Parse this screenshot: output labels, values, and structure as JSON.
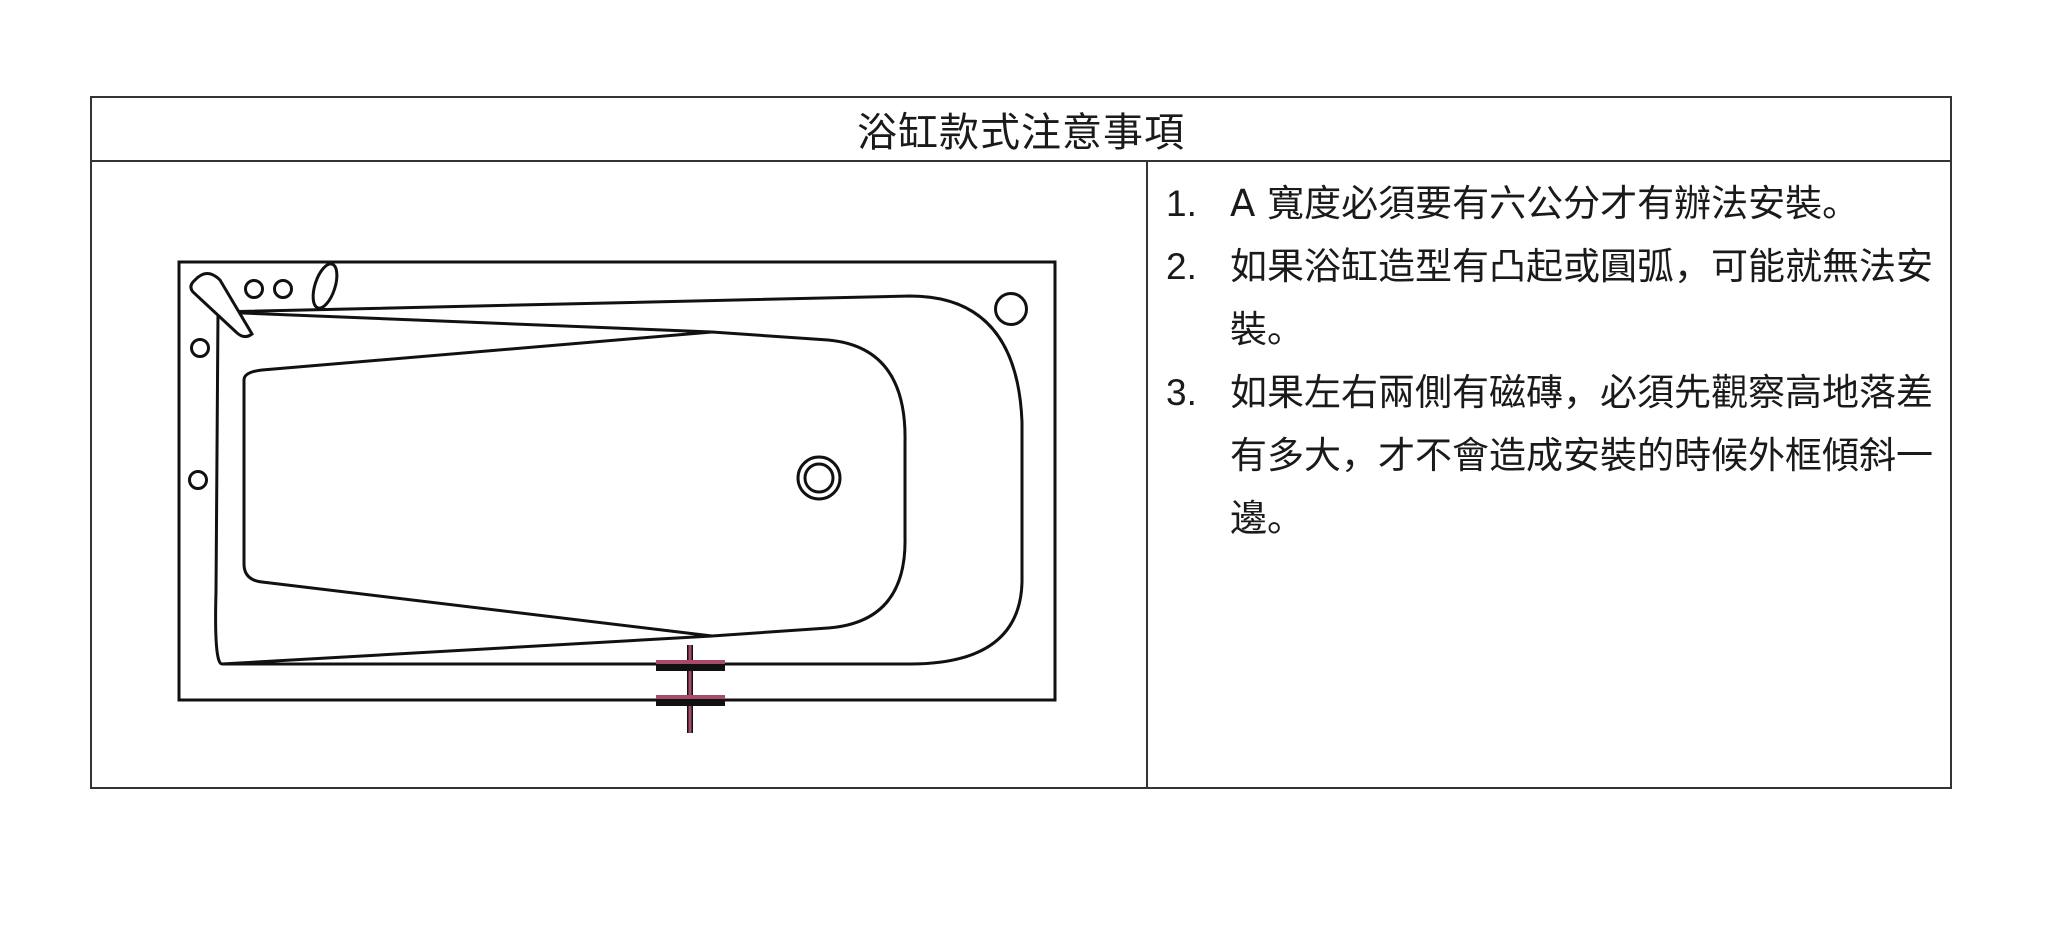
{
  "document": {
    "title": "浴缸款式注意事項",
    "notes": [
      {
        "number": "1.",
        "text": "A 寬度必須要有六公分才有辦法安裝。"
      },
      {
        "number": "2.",
        "text": "如果浴缸造型有凸起或圓弧，可能就無法安裝。"
      },
      {
        "number": "3.",
        "text": "如果左右兩側有磁磚，必須先觀察高地落差有多大，才不會造成安裝的時候外框傾斜一邊。"
      }
    ]
  },
  "colors": {
    "line": "#111111",
    "marker": "#a64b6a",
    "border": "#333333"
  },
  "icons": {
    "diagram": "bathtub-top-view",
    "marker": "double-cross-marker"
  }
}
